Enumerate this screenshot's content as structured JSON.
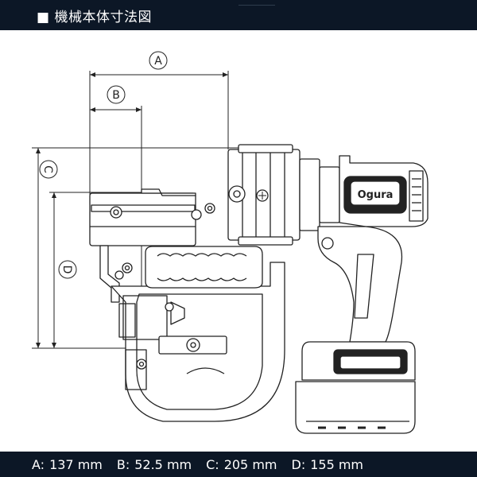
{
  "header": {
    "title": "■ 機械本体寸法図"
  },
  "drawing": {
    "brand_logo_text": "Ogura",
    "labels": [
      "A",
      "B",
      "C",
      "D"
    ]
  },
  "footer": {
    "dimensions": [
      {
        "letter": "A",
        "value": "137 mm"
      },
      {
        "letter": "B",
        "value": "52.5 mm"
      },
      {
        "letter": "C",
        "value": "205 mm"
      },
      {
        "letter": "D",
        "value": "155 mm"
      }
    ]
  }
}
